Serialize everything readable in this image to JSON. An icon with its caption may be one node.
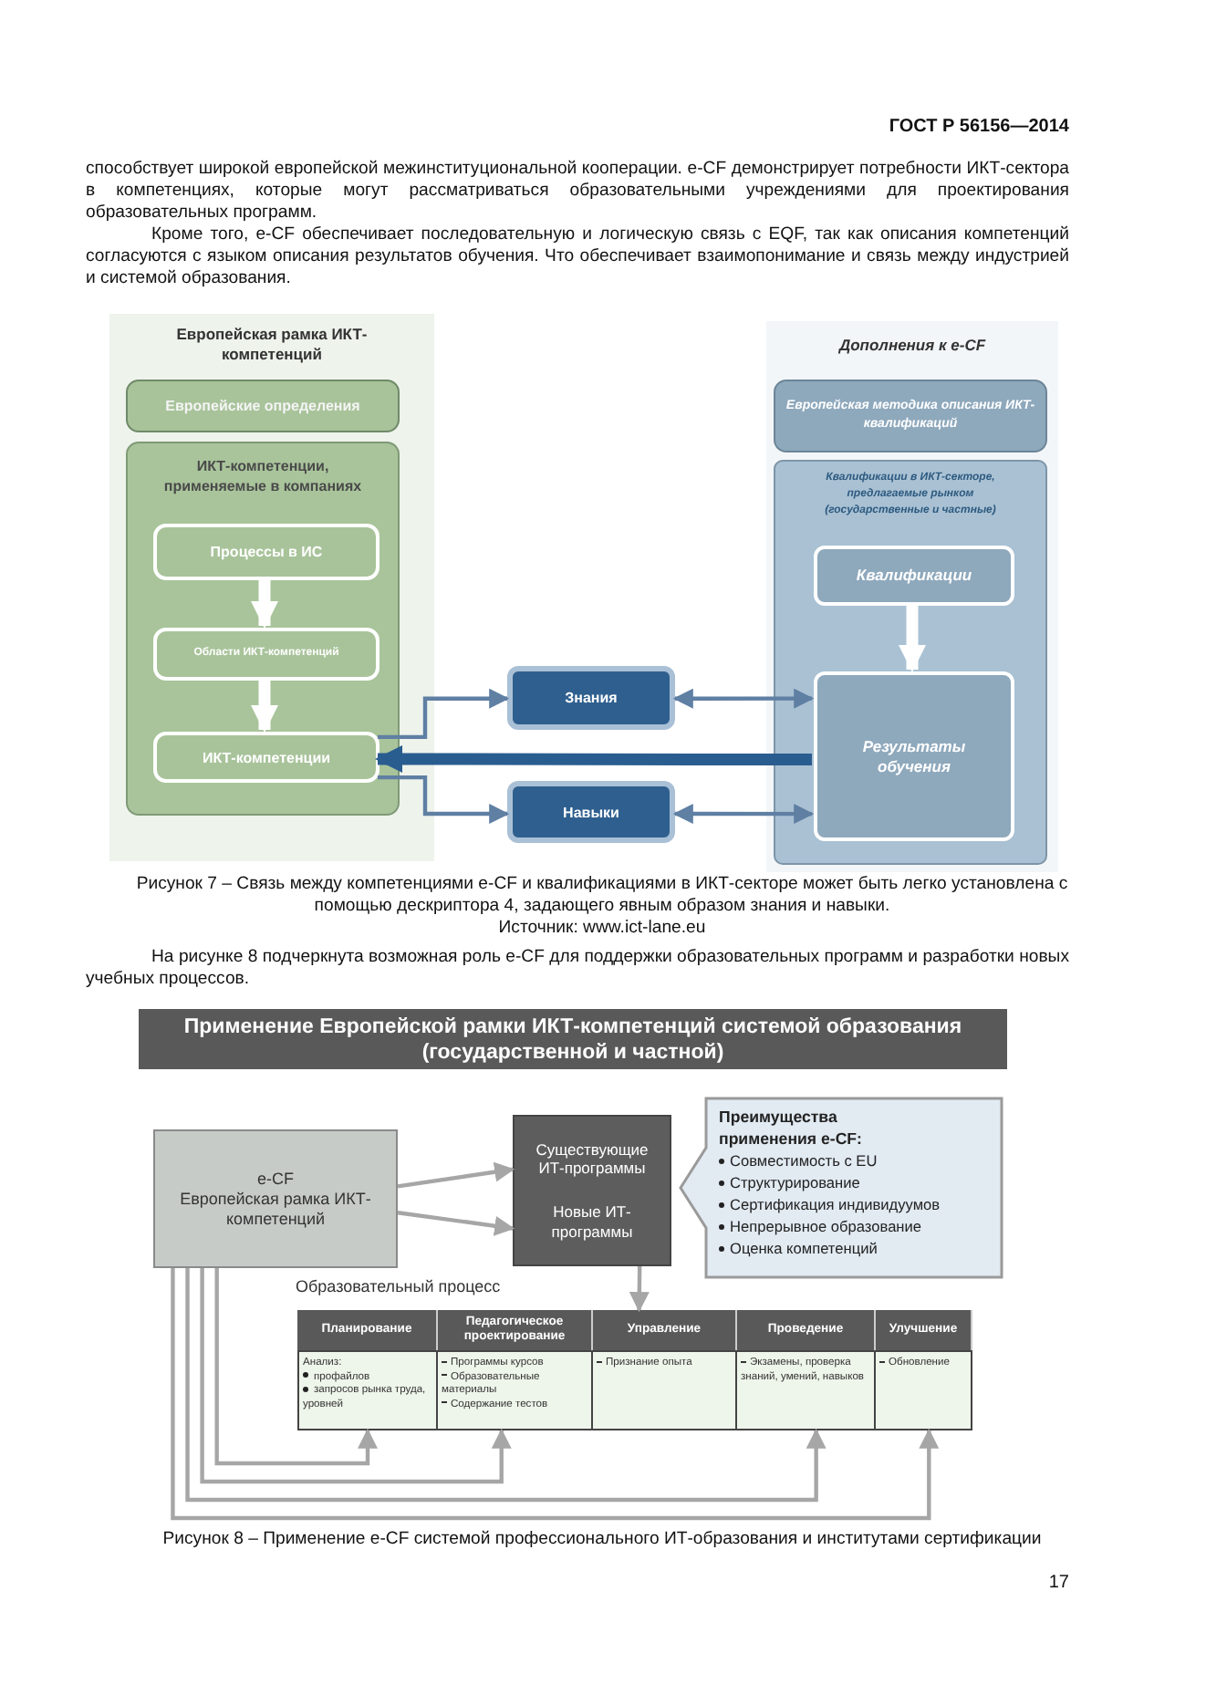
{
  "diagram": {
    "nodes": [
      {
        "text": [
          "Европейская рамка ИКТ-компетенций"
        ]
      },
      {
        "text": [
          "Европейские определения"
        ],
        "in": 0
      },
      {
        "text": [
          "ИКТ-компетенции, применяемые в компаниях"
        ],
        "in": 0
      },
      {
        "text": [
          "Процессы в ИС"
        ],
        "in": 2
      },
      {
        "text": [
          "Области ИКТ-компетенций"
        ],
        "in": 2
      },
      {
        "text": [
          "ИКТ-компетенции"
        ],
        "in": 2
      },
      {
        "text": [
          "Знания"
        ]
      },
      {
        "text": [
          "Навыки"
        ]
      },
      {
        "text": [
          "Дополнения к e-CF"
        ]
      },
      {
        "text": [
          "Европейская методика описания ИКТ-квалификаций"
        ],
        "in": 8
      },
      {
        "text": [
          "Квалификации в ИКТ-секторе, предлагаемые рынком (государственные и частные)"
        ],
        "in": 8
      },
      {
        "text": [
          "Квалификации"
        ],
        "in": 10
      },
      {
        "text": [
          "Результаты обучения"
        ],
        "in": 10
      },
      {
        "text": [
          "Применение Европейской рамки ИКТ-компетенций системой образования (государственной и частной)"
        ]
      },
      {
        "text": [
          "e-CF",
          "Европейская рамка ИКТ-компетенций"
        ]
      },
      {
        "text": [
          "Существующие ИТ-программы",
          "Новые ИТ-программы"
        ]
      },
      {
        "text": [
          "Преимущества применения e-CF:",
          "Совместимость с EU",
          "Структурирование",
          "Сертификация индивидуумов",
          "Непрерывное образование",
          "Оценка компетенций"
        ]
      },
      {
        "text": [
          "Образовательный процесс"
        ]
      },
      {
        "text": [
          "Планирование",
          "Анализ:",
          "профайлов",
          "запросов рынка труда, уровней"
        ],
        "in": 17
      },
      {
        "text": [
          "Педагогическое проектирование",
          "Программы курсов",
          "Образовательные материалы",
          "Содержание тестов"
        ],
        "in": 17
      },
      {
        "text": [
          "Управление",
          "Признание опыта"
        ],
        "in": 17
      },
      {
        "text": [
          "Проведение",
          "Экзамены, проверка знаний, умений, навыков"
        ],
        "in": 17
      },
      {
        "text": [
          "Улучшение",
          "Обновление"
        ],
        "in": 17
      }
    ],
    "edges": [
      {
        "from": 3,
        "to": 4,
        "arrow": "to",
        "style": "thick",
        "color": "#ffffff"
      },
      {
        "from": 4,
        "to": 5,
        "arrow": "to",
        "style": "thick",
        "color": "#ffffff"
      },
      {
        "from": 5,
        "to": 6,
        "arrow": "to",
        "color": "#5f7fa3"
      },
      {
        "from": 5,
        "to": 7,
        "arrow": "to",
        "color": "#5f7fa3"
      },
      {
        "from": 6,
        "to": 12,
        "arrow": "both",
        "color": "#5f7fa3"
      },
      {
        "from": 7,
        "to": 12,
        "arrow": "both",
        "color": "#5f7fa3"
      },
      {
        "from": 12,
        "to": 5,
        "arrow": "to",
        "style": "thick",
        "color": "#2a5d8f"
      },
      {
        "from": 11,
        "to": 12,
        "arrow": "to",
        "style": "thick",
        "color": "#ffffff"
      },
      {
        "from": 14,
        "to": 15,
        "arrow": "to"
      },
      {
        "from": 14,
        "to": 15,
        "arrow": "to"
      },
      {
        "from": 15,
        "to": 20,
        "arrow": "to"
      },
      {
        "from": 14,
        "to": 18,
        "arrow": "to"
      },
      {
        "from": 14,
        "to": 19,
        "arrow": "to"
      },
      {
        "from": 14,
        "to": 21,
        "arrow": "to"
      },
      {
        "from": 14,
        "to": 22,
        "arrow": "to"
      }
    ],
    "labels": [
      "ГОСТ Р 56156—2014",
      "способствует широкой европейской межинституциональной кооперации. e-CF демонстрирует потребности ИКТ-сектора в компетенциях, которые могут рассматриваться образовательными учреждениями для проектирования образовательных программ.",
      "Кроме того, e-CF обеспечивает последовательную и логическую связь с EQF, так как описания компетенций согласуются с языком описания результатов обучения. Что обеспечивает взаимопонимание и связь между индустрией и системой образования.",
      "Рисунок 7 – Связь между компетенциями e-CF и квалификациями в ИКТ-секторе может быть легко установлена с помощью дескриптора 4, задающего явным образом знания и навыки.",
      "Источник: www.ict-lane.eu",
      "На рисунке 8 подчеркнута возможная роль e-CF для поддержки образовательных программ и разработки новых учебных процессов.",
      "Рисунок 8 – Применение e-CF системой профессионального ИТ-образования и институтами сертификации",
      "17"
    ]
  }
}
